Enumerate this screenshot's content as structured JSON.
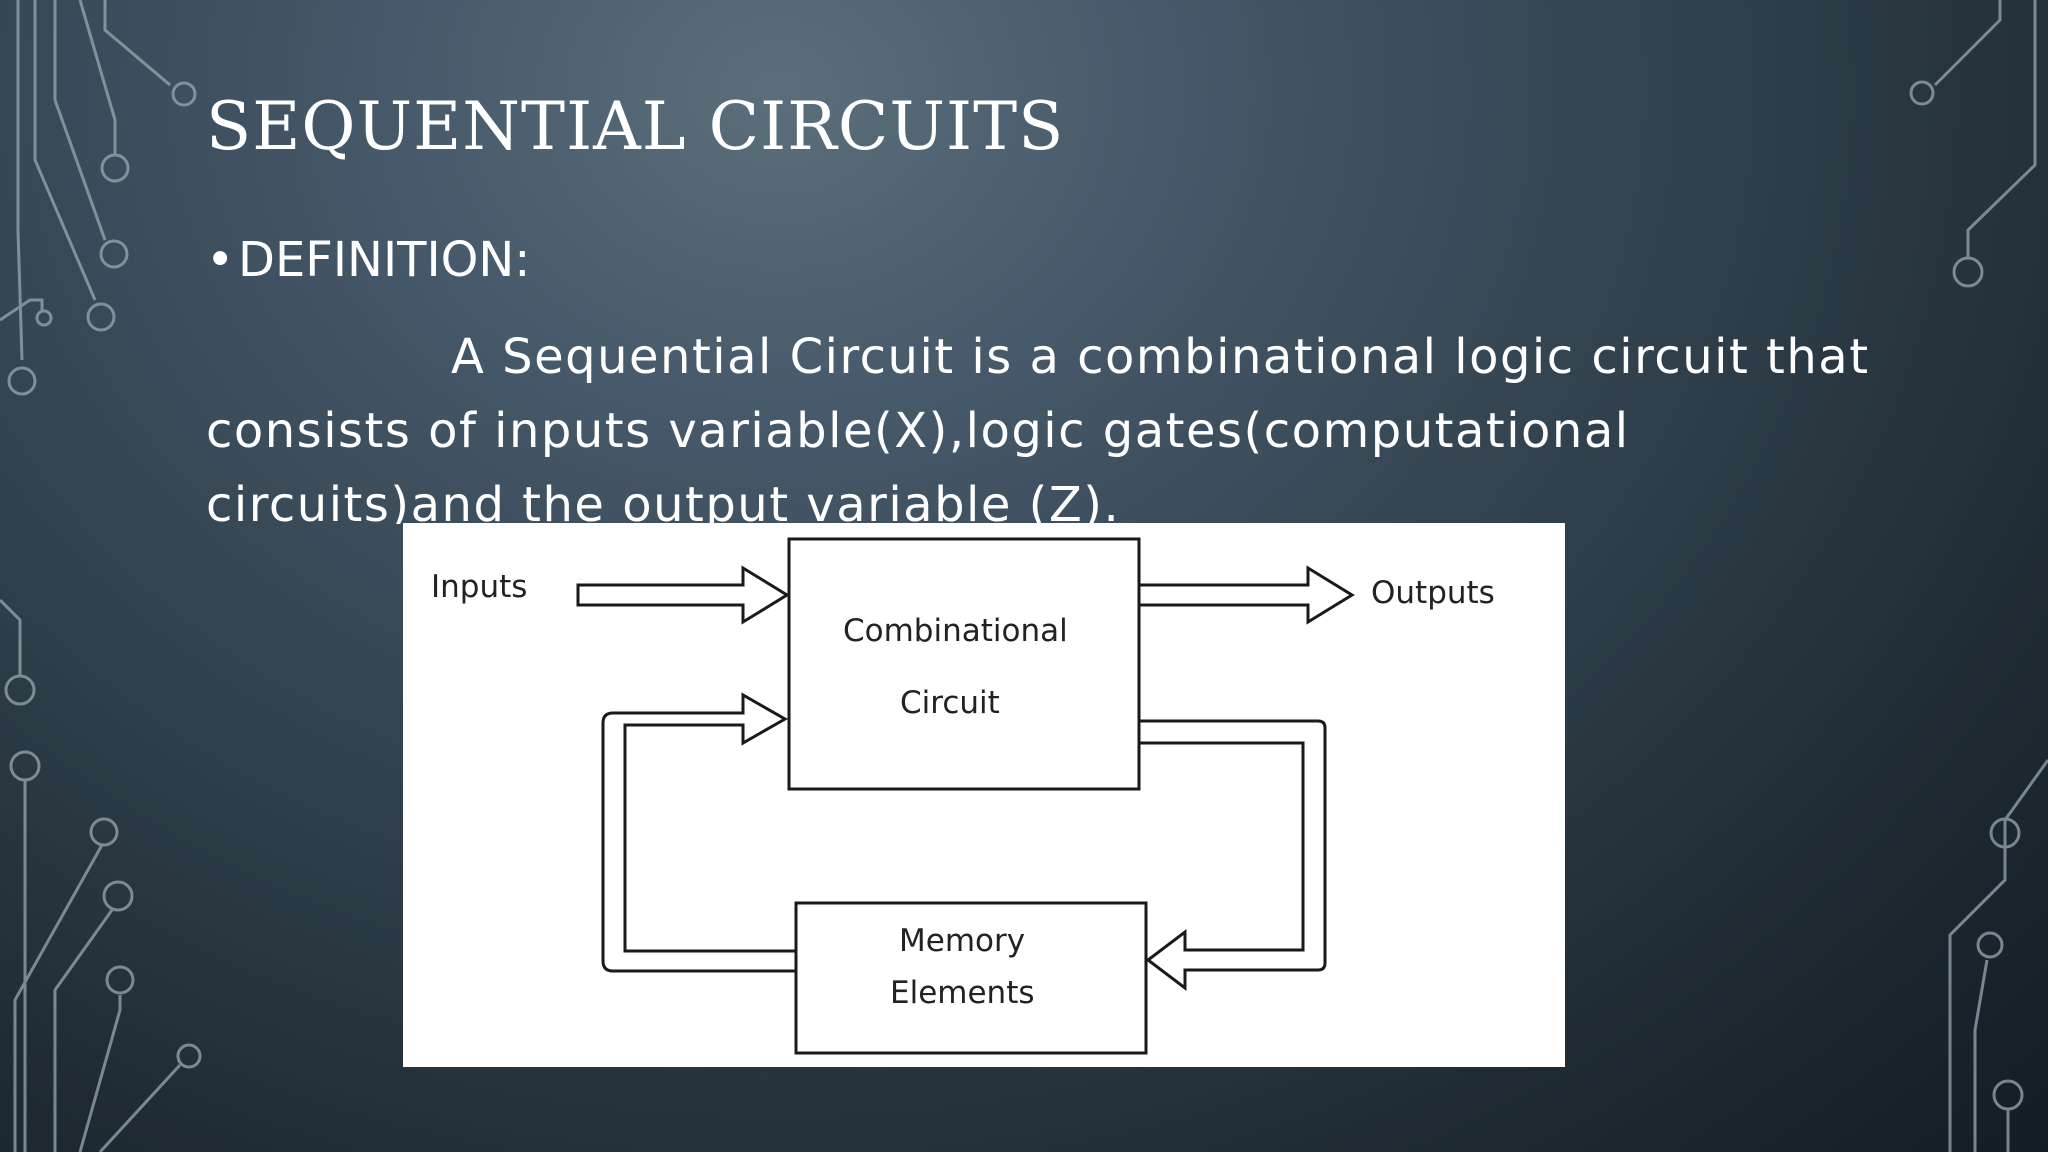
{
  "slide": {
    "title": "SEQUENTIAL CIRCUITS",
    "bullet_symbol": "•",
    "bullet_label": "DEFINITION:",
    "paragraph_lines": [
      "A Sequential Circuit is a combinational logic circuit that",
      "consists of inputs variable(X),logic gates(computational",
      "circuits)and the output variable (Z)."
    ]
  },
  "diagram": {
    "inputs_label": "Inputs",
    "outputs_label": "Outputs",
    "combinational_line1": "Combinational",
    "combinational_line2": "Circuit",
    "memory_line1": "Memory",
    "memory_line2": "Elements"
  },
  "colors": {
    "text": "#ffffff",
    "decor_line": "#9aa7b0",
    "diagram_stroke": "#1a1a1a"
  }
}
